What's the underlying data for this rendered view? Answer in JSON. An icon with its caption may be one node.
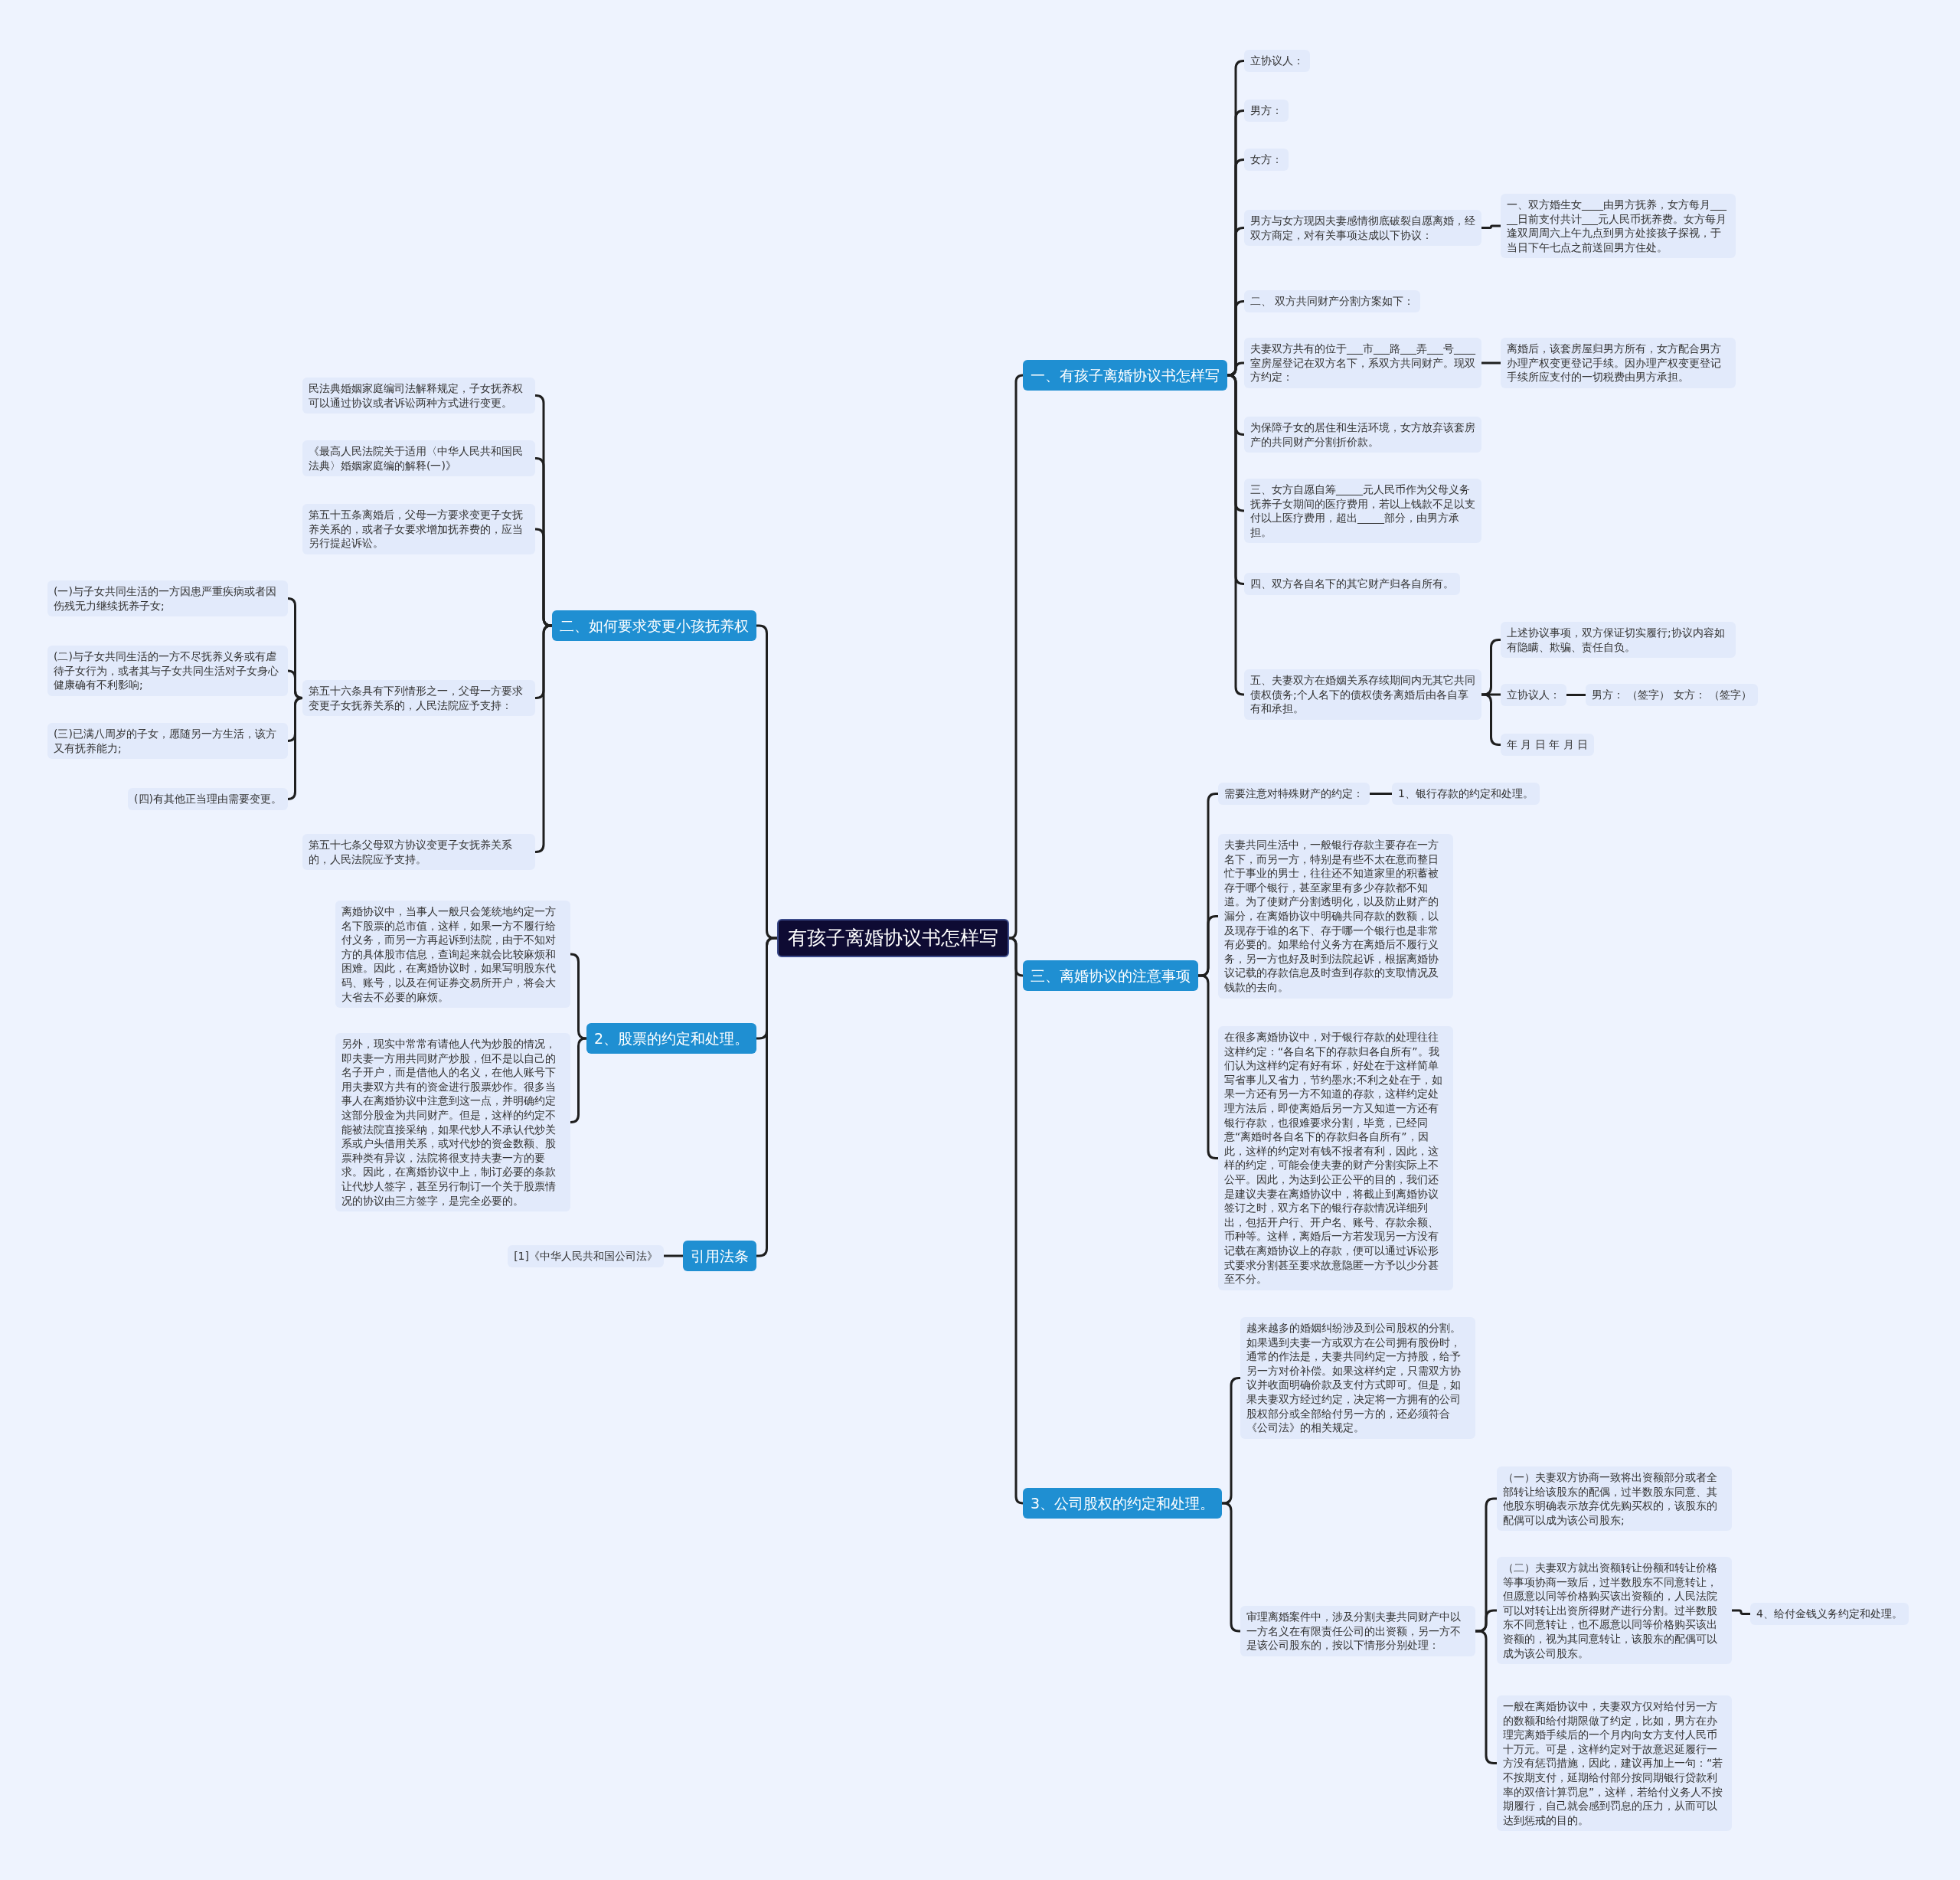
{
  "diagram": {
    "nodes": [
      {
        "text": [
          "有孩子离婚协议书怎样写"
        ]
      },
      {
        "text": [
          "一、有孩子离婚协议书怎样写"
        ]
      },
      {
        "text": [
          "立协议人："
        ]
      },
      {
        "text": [
          "男方："
        ]
      },
      {
        "text": [
          "女方："
        ]
      },
      {
        "text": [
          "男方与女方现因夫妻感情彻底破裂自愿离婚，经双方商定，对有关事项达成以下协议："
        ]
      },
      {
        "text": [
          "一、双方婚生女____由男方抚养，女方每月_____日前支付共计___元人民币抚养费。女方每月逢双周周六上午九点到男方处接孩子探视，于当日下午七点之前送回男方住处。"
        ]
      },
      {
        "text": [
          "二、 双方共同财产分割方案如下："
        ]
      },
      {
        "text": [
          "夫妻双方共有的位于___市___路___弄___号____室房屋登记在双方名下，系双方共同财产。现双方约定："
        ]
      },
      {
        "text": [
          "离婚后，该套房屋归男方所有，女方配合男方办理产权变更登记手续。因办理产权变更登记手续所应支付的一切税费由男方承担。"
        ]
      },
      {
        "text": [
          "为保障子女的居住和生活环境，女方放弃该套房产的共同财产分割折价款。"
        ]
      },
      {
        "text": [
          "三、女方自愿自筹_____元人民币作为父母义务抚养子女期间的医疗费用，若以上钱款不足以支付以上医疗费用，超出_____部分，由男方承担。"
        ]
      },
      {
        "text": [
          "四、双方各自名下的其它财产归各自所有。"
        ]
      },
      {
        "text": [
          "五、夫妻双方在婚姻关系存续期间内无其它共同债权债务;个人名下的债权债务离婚后由各自享有和承担。"
        ]
      },
      {
        "text": [
          "上述协议事项，双方保证切实履行;协议内容如有隐瞒、欺骗、责任自负。"
        ]
      },
      {
        "text": [
          "立协议人："
        ]
      },
      {
        "text": [
          "男方： （签字） 女方： （签字）"
        ]
      },
      {
        "text": [
          "年 月 日 年 月 日"
        ]
      },
      {
        "text": [
          "二、如何要求变更小孩抚养权"
        ]
      },
      {
        "text": [
          "民法典婚姻家庭编司法解释规定，子女抚养权可以通过协议或者诉讼两种方式进行变更。"
        ]
      },
      {
        "text": [
          "《最高人民法院关于适用〈中华人民共和国民法典〉婚姻家庭编的解释(一)》"
        ]
      },
      {
        "text": [
          "第五十五条离婚后，父母一方要求变更子女抚养关系的，或者子女要求增加抚养费的，应当另行提起诉讼。"
        ]
      },
      {
        "text": [
          "第五十六条具有下列情形之一，父母一方要求变更子女抚养关系的，人民法院应予支持："
        ]
      },
      {
        "text": [
          "(一)与子女共同生活的一方因患严重疾病或者因伤残无力继续抚养子女;"
        ]
      },
      {
        "text": [
          "(二)与子女共同生活的一方不尽抚养义务或有虐待子女行为，或者其与子女共同生活对子女身心健康确有不利影响;"
        ]
      },
      {
        "text": [
          "(三)已满八周岁的子女，愿随另一方生活，该方又有抚养能力;"
        ]
      },
      {
        "text": [
          "(四)有其他正当理由需要变更。"
        ]
      },
      {
        "text": [
          "第五十七条父母双方协议变更子女抚养关系的，人民法院应予支持。"
        ]
      },
      {
        "text": [
          "三、离婚协议的注意事项"
        ]
      },
      {
        "text": [
          "需要注意对特殊财产的约定："
        ]
      },
      {
        "text": [
          "1、银行存款的约定和处理。"
        ]
      },
      {
        "text": [
          "夫妻共同生活中，一般银行存款主要存在一方名下，而另一方，特别是有些不太在意而整日忙于事业的男士，往往还不知道家里的积蓄被存于哪个银行，甚至家里有多少存款都不知道。为了使财产分割透明化，以及防止财产的漏分，在离婚协议中明确共同存款的数额，以及现存于谁的名下、存于哪一个银行也是非常有必要的。如果给付义务方在离婚后不履行义务，另一方也好及时到法院起诉，根据离婚协议记载的存款信息及时查到存款的支取情况及钱款的去向。"
        ]
      },
      {
        "text": [
          "在很多离婚协议中，对于银行存款的处理往往这样约定：“各自名下的存款归各自所有”。我们认为这样约定有好有坏，好处在于这样简单写省事儿又省力，节约墨水;不利之处在于，如果一方还有另一方不知道的存款，这样约定处理方法后，即使离婚后另一方又知道一方还有银行存款，也很难要求分割，毕竟，已经同意“离婚时各自名下的存款归各自所有”，因此，这样的约定对有钱不报者有利，因此，这样的约定，可能会使夫妻的财产分割实际上不公平。因此，为达到公正公平的目的，我们还是建议夫妻在离婚协议中，将截止到离婚协议签订之时，双方名下的银行存款情况详细列出，包括开户行、开户名、账号、存款余额、币种等。这样，离婚后一方若发现另一方没有记载在离婚协议上的存款，便可以通过诉讼形式要求分割甚至要求故意隐匿一方予以少分甚至不分。"
        ]
      },
      {
        "text": [
          "2、股票的约定和处理。"
        ]
      },
      {
        "text": [
          "离婚协议中，当事人一般只会笼统地约定一方名下股票的总市值，这样，如果一方不履行给付义务，而另一方再起诉到法院，由于不知对方的具体股市信息，查询起来就会比较麻烦和困难。因此，在离婚协议时，如果写明股东代码、账号，以及在何证券交易所开户，将会大大省去不必要的麻烦。"
        ]
      },
      {
        "text": [
          "另外，现实中常常有请他人代为炒股的情况，即夫妻一方用共同财产炒股，但不是以自己的名子开户，而是借他人的名义，在他人账号下用夫妻双方共有的资金进行股票炒作。很多当事人在离婚协议中注意到这一点，并明确约定这部分股金为共同财产。但是，这样的约定不能被法院直接采纳，如果代炒人不承认代炒关系或户头借用关系，或对代炒的资金数额、股票种类有异议，法院将很支持夫妻一方的要求。因此，在离婚协议中上，制订必要的条款让代炒人签字，甚至另行制订一个关于股票情况的协议由三方签字，是完全必要的。"
        ]
      },
      {
        "text": [
          "3、公司股权的约定和处理。"
        ]
      },
      {
        "text": [
          "越来越多的婚姻纠纷涉及到公司股权的分割。如果遇到夫妻一方或双方在公司拥有股份时，通常的作法是，夫妻共同约定一方持股，给予另一方对价补偿。如果这样约定，只需双方协议并收面明确价款及支付方式即可。但是，如果夫妻双方经过约定，决定将一方拥有的公司股权部分或全部给付另一方的，还必须符合《公司法》的相关规定。"
        ]
      },
      {
        "text": [
          "审理离婚案件中，涉及分割夫妻共同财产中以一方名义在有限责任公司的出资额，另一方不是该公司股东的，按以下情形分别处理："
        ]
      },
      {
        "text": [
          "（一）夫妻双方协商一致将出资额部分或者全部转让给该股东的配偶，过半数股东同意、其他股东明确表示放弃优先购买权的，该股东的配偶可以成为该公司股东;"
        ]
      },
      {
        "text": [
          "（二）夫妻双方就出资额转让份额和转让价格等事项协商一致后，过半数股东不同意转让，但愿意以同等价格购买该出资额的，人民法院可以对转让出资所得财产进行分割。过半数股东不同意转让，也不愿意以同等价格购买该出资额的，视为其同意转让，该股东的配偶可以成为该公司股东。"
        ]
      },
      {
        "text": [
          "4、给付金钱义务约定和处理。"
        ]
      },
      {
        "text": [
          "一般在离婚协议中，夫妻双方仅对给付另一方的数额和给付期限做了约定，比如，男方在办理完离婚手续后的一个月内向女方支付人民币十万元。可是，这样约定对于故意迟延履行一方没有惩罚措施，因此，建议再加上一句：“若不按期支付，延期给付部分按同期银行贷款利率的双倍计算罚息”，这样，若给付义务人不按期履行，自己就会感到罚息的压力，从而可以达到惩戒的目的。"
        ]
      },
      {
        "text": [
          "引用法条"
        ]
      },
      {
        "text": [
          "[1]《中华人民共和国公司法》"
        ]
      }
    ],
    "edges": [
      {
        "from": 0,
        "to": 1,
        "arrow": "none"
      },
      {
        "from": 1,
        "to": 2,
        "arrow": "none"
      },
      {
        "from": 1,
        "to": 3,
        "arrow": "none"
      },
      {
        "from": 1,
        "to": 4,
        "arrow": "none"
      },
      {
        "from": 1,
        "to": 5,
        "arrow": "none"
      },
      {
        "from": 5,
        "to": 6,
        "arrow": "none"
      },
      {
        "from": 1,
        "to": 7,
        "arrow": "none"
      },
      {
        "from": 1,
        "to": 8,
        "arrow": "none"
      },
      {
        "from": 8,
        "to": 9,
        "arrow": "none"
      },
      {
        "from": 1,
        "to": 10,
        "arrow": "none"
      },
      {
        "from": 1,
        "to": 11,
        "arrow": "none"
      },
      {
        "from": 1,
        "to": 12,
        "arrow": "none"
      },
      {
        "from": 1,
        "to": 13,
        "arrow": "none"
      },
      {
        "from": 13,
        "to": 14,
        "arrow": "none"
      },
      {
        "from": 13,
        "to": 15,
        "arrow": "none"
      },
      {
        "from": 15,
        "to": 16,
        "arrow": "none"
      },
      {
        "from": 13,
        "to": 17,
        "arrow": "none"
      },
      {
        "from": 0,
        "to": 18,
        "arrow": "none"
      },
      {
        "from": 18,
        "to": 19,
        "arrow": "none"
      },
      {
        "from": 18,
        "to": 20,
        "arrow": "none"
      },
      {
        "from": 18,
        "to": 21,
        "arrow": "none"
      },
      {
        "from": 18,
        "to": 22,
        "arrow": "none"
      },
      {
        "from": 22,
        "to": 23,
        "arrow": "none"
      },
      {
        "from": 22,
        "to": 24,
        "arrow": "none"
      },
      {
        "from": 22,
        "to": 25,
        "arrow": "none"
      },
      {
        "from": 22,
        "to": 26,
        "arrow": "none"
      },
      {
        "from": 18,
        "to": 27,
        "arrow": "none"
      },
      {
        "from": 0,
        "to": 28,
        "arrow": "none"
      },
      {
        "from": 28,
        "to": 29,
        "arrow": "none"
      },
      {
        "from": 29,
        "to": 30,
        "arrow": "none"
      },
      {
        "from": 28,
        "to": 31,
        "arrow": "none"
      },
      {
        "from": 28,
        "to": 32,
        "arrow": "none"
      },
      {
        "from": 0,
        "to": 33,
        "arrow": "none"
      },
      {
        "from": 33,
        "to": 34,
        "arrow": "none"
      },
      {
        "from": 33,
        "to": 35,
        "arrow": "none"
      },
      {
        "from": 0,
        "to": 36,
        "arrow": "none"
      },
      {
        "from": 36,
        "to": 37,
        "arrow": "none"
      },
      {
        "from": 36,
        "to": 38,
        "arrow": "none"
      },
      {
        "from": 38,
        "to": 39,
        "arrow": "none"
      },
      {
        "from": 38,
        "to": 40,
        "arrow": "none"
      },
      {
        "from": 40,
        "to": 41,
        "arrow": "none"
      },
      {
        "from": 38,
        "to": 42,
        "arrow": "none"
      },
      {
        "from": 0,
        "to": 43,
        "arrow": "none"
      },
      {
        "from": 43,
        "to": 44,
        "arrow": "none"
      }
    ]
  }
}
